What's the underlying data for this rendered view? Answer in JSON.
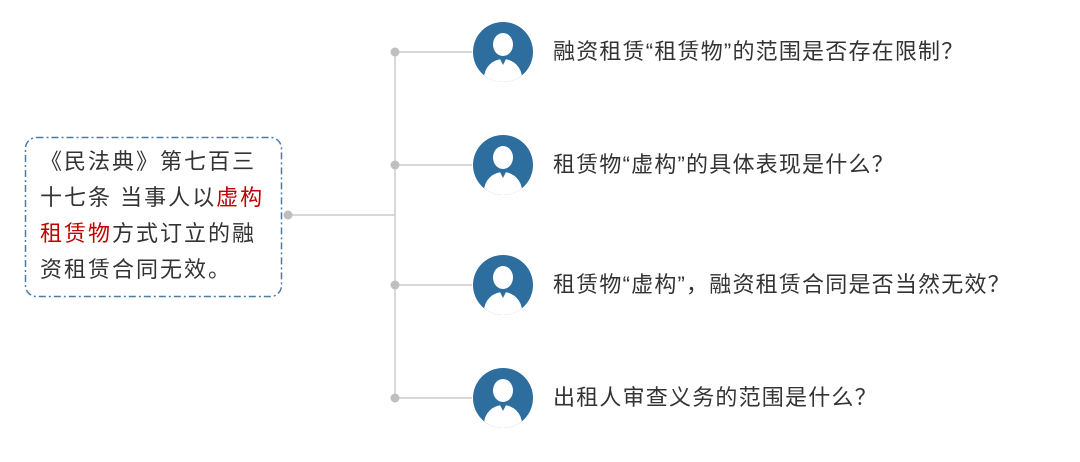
{
  "root_box": {
    "lines": [
      [
        {
          "text": "《民法典》第七百三",
          "highlight": false
        }
      ],
      [
        {
          "text": "十七条 当事人以",
          "highlight": false
        },
        {
          "text": "虚构",
          "highlight": true
        }
      ],
      [
        {
          "text": "租赁物",
          "highlight": true
        },
        {
          "text": "方式订立的融",
          "highlight": false
        }
      ],
      [
        {
          "text": "资租赁合同无效。",
          "highlight": false
        }
      ]
    ]
  },
  "branches": [
    {
      "icon": "user-avatar-icon",
      "question": "融资租赁“租赁物”的范围是否存在限制？"
    },
    {
      "icon": "user-avatar-icon",
      "question": "租赁物“虚构”的具体表现是什么？"
    },
    {
      "icon": "user-avatar-icon",
      "question": "租赁物“虚构”，融资租赁合同是否当然无效？"
    },
    {
      "icon": "user-avatar-icon",
      "question": "出租人审查义务的范围是什么？"
    }
  ],
  "colors": {
    "avatar": "#2e6e9e",
    "highlight": "#c00000",
    "text": "#333333",
    "connector": "#cccccc",
    "dot": "#bfbfbf",
    "box_border": "#4a7ca3"
  }
}
